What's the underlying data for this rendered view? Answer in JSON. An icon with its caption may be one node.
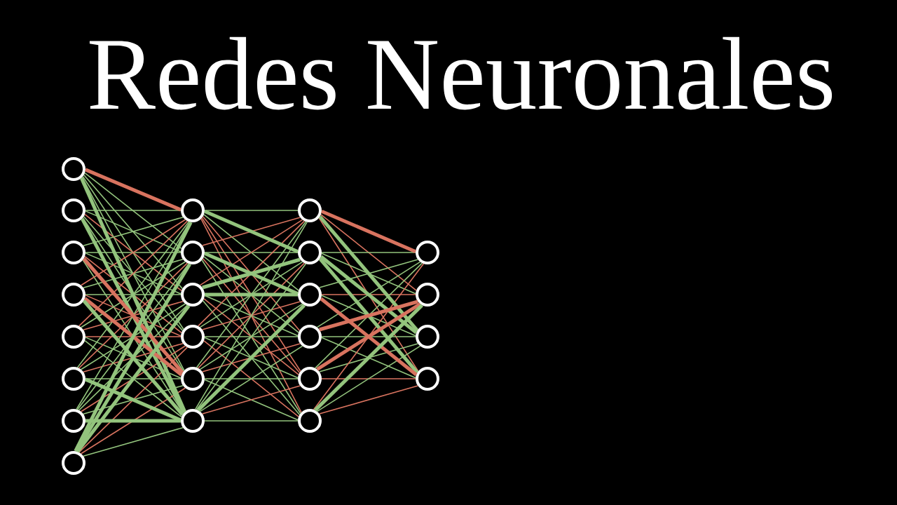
{
  "diagram": {
    "title": "Redes Neuronales",
    "nodes": [
      {
        "text": [],
        "shape": "circle"
      },
      {
        "text": [],
        "shape": "circle"
      },
      {
        "text": [],
        "shape": "circle"
      },
      {
        "text": [],
        "shape": "circle"
      },
      {
        "text": [],
        "shape": "circle"
      },
      {
        "text": [],
        "shape": "circle"
      },
      {
        "text": [],
        "shape": "circle"
      },
      {
        "text": [],
        "shape": "circle"
      },
      {
        "text": [],
        "shape": "circle"
      },
      {
        "text": [],
        "shape": "circle"
      },
      {
        "text": [],
        "shape": "circle"
      },
      {
        "text": [],
        "shape": "circle"
      },
      {
        "text": [],
        "shape": "circle"
      },
      {
        "text": [],
        "shape": "circle"
      },
      {
        "text": [],
        "shape": "circle"
      },
      {
        "text": [],
        "shape": "circle"
      },
      {
        "text": [],
        "shape": "circle"
      },
      {
        "text": [],
        "shape": "circle"
      },
      {
        "text": [],
        "shape": "circle"
      },
      {
        "text": [],
        "shape": "circle"
      },
      {
        "text": [],
        "shape": "circle"
      },
      {
        "text": [],
        "shape": "circle"
      },
      {
        "text": [],
        "shape": "circle"
      },
      {
        "text": [],
        "shape": "circle"
      }
    ],
    "edges": [
      {
        "from": 0,
        "to": 8,
        "arrow": "none",
        "color": "#d8735f",
        "style": "thick"
      },
      {
        "from": 0,
        "to": 9,
        "arrow": "none"
      },
      {
        "from": 0,
        "to": 10,
        "arrow": "none"
      },
      {
        "from": 0,
        "to": 11,
        "arrow": "none"
      },
      {
        "from": 0,
        "to": 12,
        "arrow": "none"
      },
      {
        "from": 0,
        "to": 13,
        "arrow": "none",
        "style": "thick"
      },
      {
        "from": 1,
        "to": 8,
        "arrow": "none"
      },
      {
        "from": 1,
        "to": 9,
        "arrow": "none"
      },
      {
        "from": 1,
        "to": 10,
        "arrow": "none",
        "color": "#d8735f"
      },
      {
        "from": 1,
        "to": 11,
        "arrow": "none"
      },
      {
        "from": 1,
        "to": 12,
        "arrow": "none"
      },
      {
        "from": 1,
        "to": 13,
        "arrow": "none",
        "style": "thick"
      },
      {
        "from": 2,
        "to": 8,
        "arrow": "none"
      },
      {
        "from": 2,
        "to": 9,
        "arrow": "none"
      },
      {
        "from": 2,
        "to": 10,
        "arrow": "none"
      },
      {
        "from": 2,
        "to": 11,
        "arrow": "none",
        "color": "#d8735f"
      },
      {
        "from": 2,
        "to": 12,
        "arrow": "none",
        "color": "#d8735f",
        "style": "thick"
      },
      {
        "from": 2,
        "to": 13,
        "arrow": "none"
      },
      {
        "from": 3,
        "to": 8,
        "arrow": "none",
        "color": "#d8735f"
      },
      {
        "from": 3,
        "to": 9,
        "arrow": "none"
      },
      {
        "from": 3,
        "to": 10,
        "arrow": "none"
      },
      {
        "from": 3,
        "to": 11,
        "arrow": "none",
        "color": "#d8735f"
      },
      {
        "from": 3,
        "to": 12,
        "arrow": "none",
        "color": "#d8735f",
        "style": "thick"
      },
      {
        "from": 3,
        "to": 13,
        "arrow": "none",
        "style": "thick"
      },
      {
        "from": 4,
        "to": 8,
        "arrow": "none",
        "color": "#d8735f"
      },
      {
        "from": 4,
        "to": 9,
        "arrow": "none"
      },
      {
        "from": 4,
        "to": 10,
        "arrow": "none",
        "color": "#d8735f"
      },
      {
        "from": 4,
        "to": 11,
        "arrow": "none",
        "color": "#d8735f"
      },
      {
        "from": 4,
        "to": 12,
        "arrow": "none"
      },
      {
        "from": 4,
        "to": 13,
        "arrow": "none"
      },
      {
        "from": 5,
        "to": 8,
        "arrow": "none"
      },
      {
        "from": 5,
        "to": 9,
        "arrow": "none",
        "color": "#d8735f"
      },
      {
        "from": 5,
        "to": 10,
        "arrow": "none"
      },
      {
        "from": 5,
        "to": 11,
        "arrow": "none",
        "color": "#d8735f"
      },
      {
        "from": 5,
        "to": 12,
        "arrow": "none"
      },
      {
        "from": 5,
        "to": 13,
        "arrow": "none",
        "style": "thick"
      },
      {
        "from": 6,
        "to": 8,
        "arrow": "none"
      },
      {
        "from": 6,
        "to": 9,
        "arrow": "none"
      },
      {
        "from": 6,
        "to": 10,
        "arrow": "none"
      },
      {
        "from": 6,
        "to": 11,
        "arrow": "none",
        "color": "#d8735f"
      },
      {
        "from": 6,
        "to": 12,
        "arrow": "none"
      },
      {
        "from": 6,
        "to": 13,
        "arrow": "none",
        "style": "thick"
      },
      {
        "from": 7,
        "to": 8,
        "arrow": "none",
        "style": "thick"
      },
      {
        "from": 7,
        "to": 9,
        "arrow": "none",
        "style": "thick"
      },
      {
        "from": 7,
        "to": 10,
        "arrow": "none",
        "style": "thick"
      },
      {
        "from": 7,
        "to": 11,
        "arrow": "none",
        "color": "#d8735f"
      },
      {
        "from": 7,
        "to": 12,
        "arrow": "none",
        "color": "#d8735f"
      },
      {
        "from": 7,
        "to": 13,
        "arrow": "none"
      },
      {
        "from": 8,
        "to": 14,
        "arrow": "none"
      },
      {
        "from": 8,
        "to": 15,
        "arrow": "none",
        "style": "thick"
      },
      {
        "from": 8,
        "to": 16,
        "arrow": "none"
      },
      {
        "from": 8,
        "to": 17,
        "arrow": "none",
        "color": "#d8735f"
      },
      {
        "from": 8,
        "to": 18,
        "arrow": "none",
        "color": "#d8735f"
      },
      {
        "from": 8,
        "to": 19,
        "arrow": "none",
        "color": "#d8735f"
      },
      {
        "from": 9,
        "to": 14,
        "arrow": "none",
        "color": "#d8735f"
      },
      {
        "from": 9,
        "to": 15,
        "arrow": "none"
      },
      {
        "from": 9,
        "to": 16,
        "arrow": "none",
        "style": "thick"
      },
      {
        "from": 9,
        "to": 17,
        "arrow": "none"
      },
      {
        "from": 9,
        "to": 18,
        "arrow": "none",
        "color": "#d8735f"
      },
      {
        "from": 9,
        "to": 19,
        "arrow": "none"
      },
      {
        "from": 10,
        "to": 14,
        "arrow": "none",
        "color": "#d8735f"
      },
      {
        "from": 10,
        "to": 15,
        "arrow": "none",
        "style": "thick"
      },
      {
        "from": 10,
        "to": 16,
        "arrow": "none",
        "style": "thick"
      },
      {
        "from": 10,
        "to": 17,
        "arrow": "none"
      },
      {
        "from": 10,
        "to": 18,
        "arrow": "none",
        "color": "#d8735f"
      },
      {
        "from": 10,
        "to": 19,
        "arrow": "none"
      },
      {
        "from": 11,
        "to": 14,
        "arrow": "none",
        "color": "#d8735f"
      },
      {
        "from": 11,
        "to": 15,
        "arrow": "none"
      },
      {
        "from": 11,
        "to": 16,
        "arrow": "none",
        "color": "#d8735f"
      },
      {
        "from": 11,
        "to": 17,
        "arrow": "none"
      },
      {
        "from": 11,
        "to": 18,
        "arrow": "none"
      },
      {
        "from": 11,
        "to": 19,
        "arrow": "none",
        "color": "#d8735f"
      },
      {
        "from": 12,
        "to": 14,
        "arrow": "none"
      },
      {
        "from": 12,
        "to": 15,
        "arrow": "none",
        "color": "#d8735f"
      },
      {
        "from": 12,
        "to": 16,
        "arrow": "none"
      },
      {
        "from": 12,
        "to": 17,
        "arrow": "none",
        "color": "#d8735f"
      },
      {
        "from": 12,
        "to": 18,
        "arrow": "none"
      },
      {
        "from": 12,
        "to": 19,
        "arrow": "none"
      },
      {
        "from": 13,
        "to": 14,
        "arrow": "none"
      },
      {
        "from": 13,
        "to": 15,
        "arrow": "none"
      },
      {
        "from": 13,
        "to": 16,
        "arrow": "none",
        "style": "thick"
      },
      {
        "from": 13,
        "to": 17,
        "arrow": "none"
      },
      {
        "from": 13,
        "to": 18,
        "arrow": "none",
        "color": "#d8735f"
      },
      {
        "from": 13,
        "to": 19,
        "arrow": "none"
      },
      {
        "from": 14,
        "to": 20,
        "arrow": "none",
        "color": "#d8735f",
        "style": "thick"
      },
      {
        "from": 14,
        "to": 21,
        "arrow": "none",
        "color": "#d8735f"
      },
      {
        "from": 14,
        "to": 22,
        "arrow": "none",
        "style": "thick"
      },
      {
        "from": 14,
        "to": 23,
        "arrow": "none",
        "color": "#d8735f"
      },
      {
        "from": 15,
        "to": 20,
        "arrow": "none"
      },
      {
        "from": 15,
        "to": 21,
        "arrow": "none"
      },
      {
        "from": 15,
        "to": 22,
        "arrow": "none",
        "style": "thick"
      },
      {
        "from": 15,
        "to": 23,
        "arrow": "none",
        "style": "thick"
      },
      {
        "from": 16,
        "to": 20,
        "arrow": "none"
      },
      {
        "from": 16,
        "to": 21,
        "arrow": "none",
        "color": "#d8735f"
      },
      {
        "from": 16,
        "to": 22,
        "arrow": "none"
      },
      {
        "from": 16,
        "to": 23,
        "arrow": "none",
        "color": "#d8735f",
        "style": "thick"
      },
      {
        "from": 17,
        "to": 20,
        "arrow": "none"
      },
      {
        "from": 17,
        "to": 21,
        "arrow": "none",
        "color": "#d8735f",
        "style": "thick"
      },
      {
        "from": 17,
        "to": 22,
        "arrow": "none"
      },
      {
        "from": 17,
        "to": 23,
        "arrow": "none"
      },
      {
        "from": 18,
        "to": 20,
        "arrow": "none"
      },
      {
        "from": 18,
        "to": 21,
        "arrow": "none",
        "color": "#d8735f",
        "style": "thick"
      },
      {
        "from": 18,
        "to": 22,
        "arrow": "none"
      },
      {
        "from": 18,
        "to": 23,
        "arrow": "none",
        "color": "#d8735f"
      },
      {
        "from": 19,
        "to": 20,
        "arrow": "none",
        "color": "#d8735f"
      },
      {
        "from": 19,
        "to": 21,
        "arrow": "none",
        "style": "thick"
      },
      {
        "from": 19,
        "to": 22,
        "arrow": "none"
      },
      {
        "from": 19,
        "to": 23,
        "arrow": "none",
        "color": "#d8735f"
      }
    ]
  }
}
